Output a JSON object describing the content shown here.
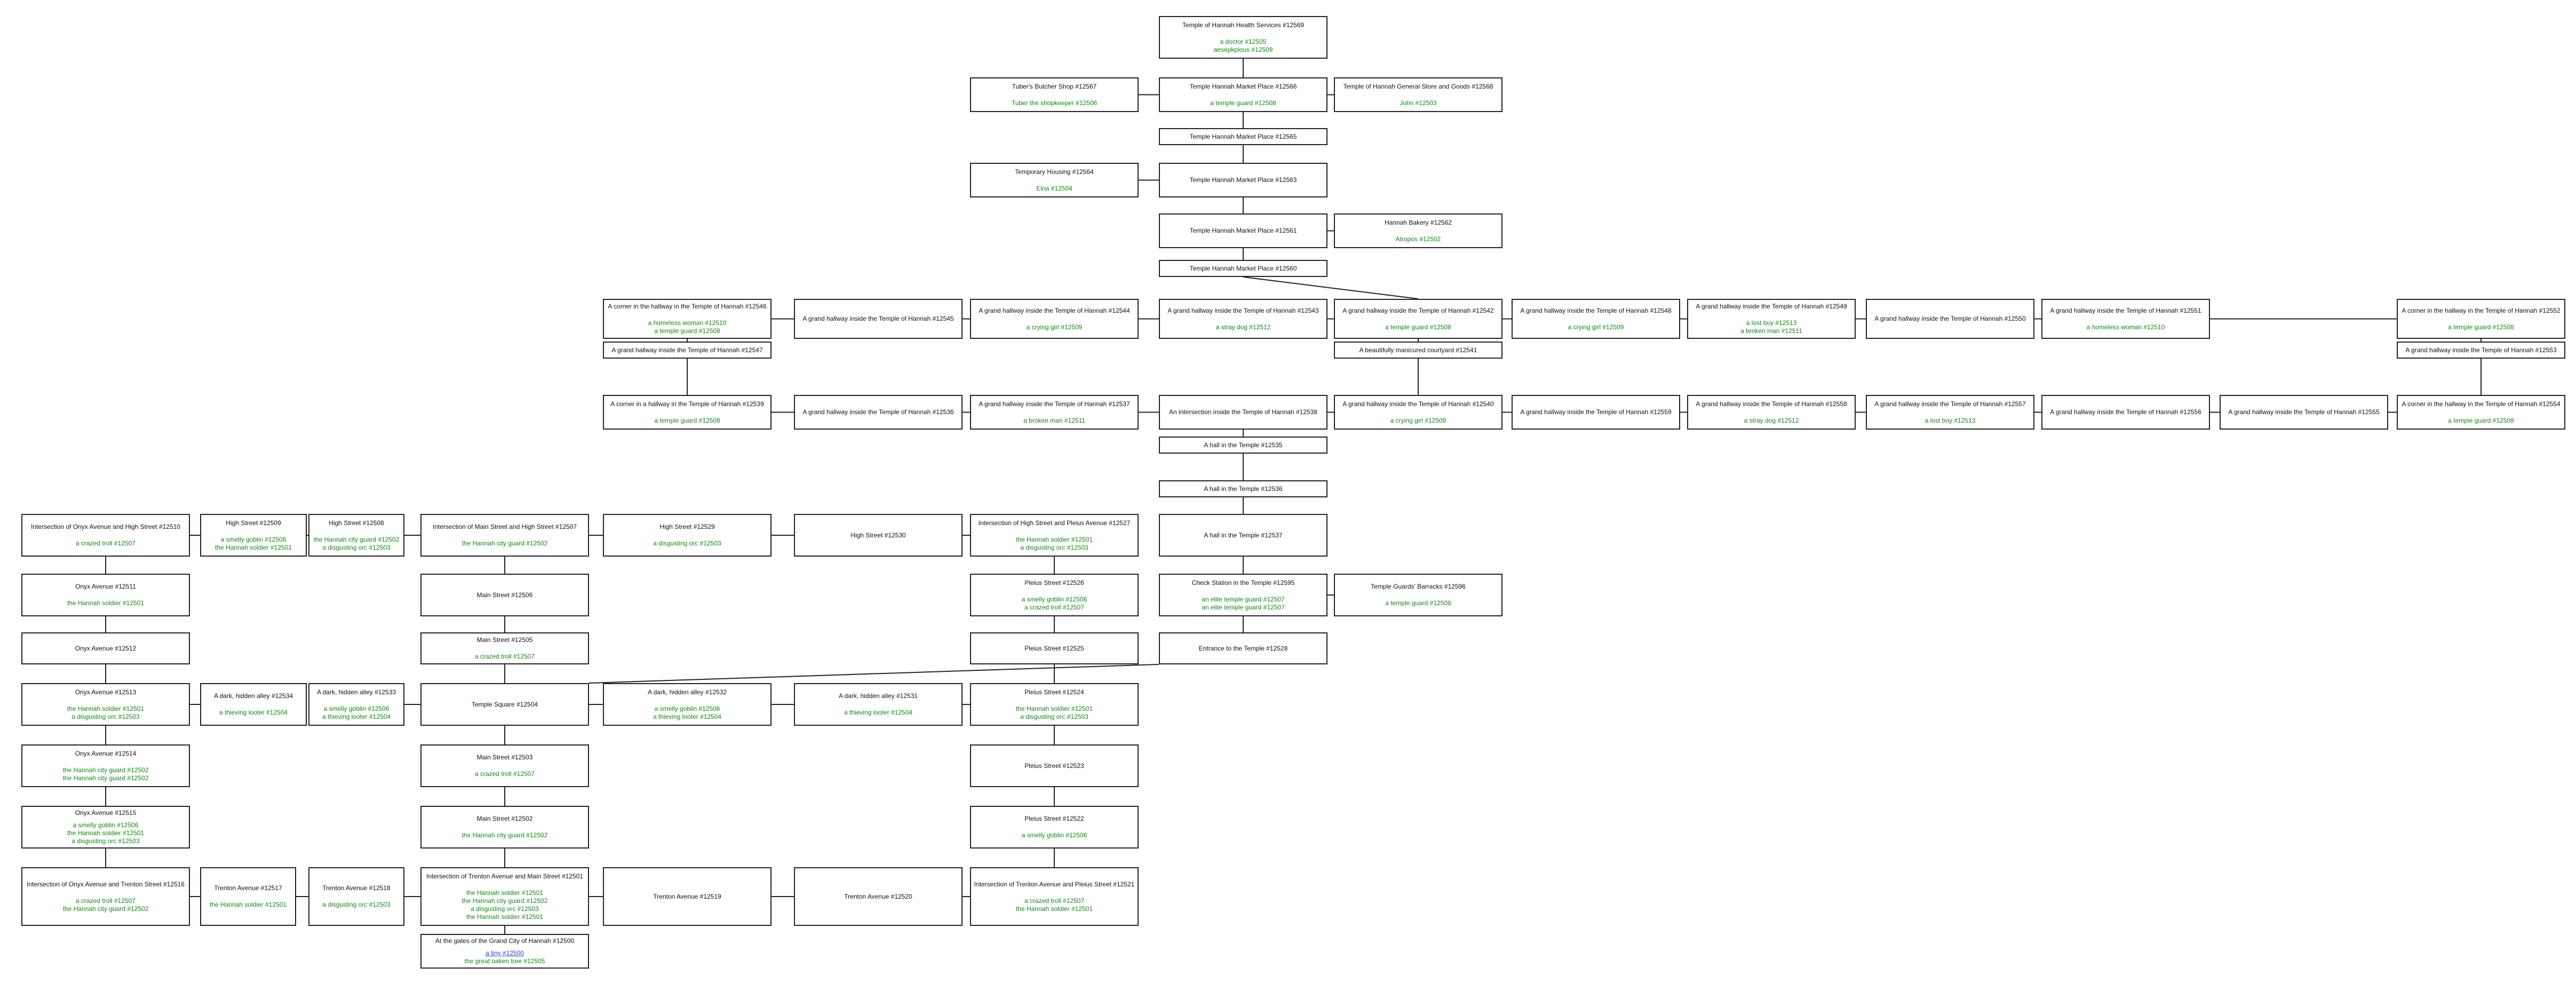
{
  "colors": {
    "entity": "#118811",
    "player": "#3344cc",
    "border": "#222222",
    "background": "#ffffff"
  },
  "rooms": [
    {
      "id": "12500",
      "title": "At the gates of the Grand City of Hannah #12500",
      "entities": [
        "a tiny #12500",
        "the great oaken tree #12505"
      ]
    },
    {
      "id": "12501",
      "title": "Intersection of Trenton Avenue and Main Street #12501",
      "entities": [
        "the Hannah soldier #12501",
        "the Hannah city guard #12502",
        "a disgusting orc #12503",
        "the Hannah soldier #12501"
      ]
    },
    {
      "id": "12502",
      "title": "Main Street #12502",
      "entities": [
        "the Hannah city guard #12502"
      ]
    },
    {
      "id": "12503",
      "title": "Main Street #12503",
      "entities": [
        "a crazed troll #12507"
      ]
    },
    {
      "id": "12504",
      "title": "Temple Square #12504",
      "entities": []
    },
    {
      "id": "12505",
      "title": "Main Street #12505",
      "entities": [
        "a crazed troll #12507"
      ]
    },
    {
      "id": "12506",
      "title": "Main Street #12506",
      "entities": []
    },
    {
      "id": "12507",
      "title": "Intersection of Main Street and High Street #12507",
      "entities": [
        "the Hannah city guard #12502"
      ]
    },
    {
      "id": "12508",
      "title": "High Street #12508",
      "entities": [
        "the Hannah city guard #12502",
        "a disgusting orc #12503"
      ]
    },
    {
      "id": "12509",
      "title": "High Street #12509",
      "entities": [
        "a smelly goblin #12506",
        "the Hannah soldier #12501"
      ]
    },
    {
      "id": "12510",
      "title": "Intersection of Onyx Avenue and High Street    #12510",
      "entities": [
        "a crazed troll #12507"
      ]
    },
    {
      "id": "12511",
      "title": "Onyx Avenue #12511",
      "entities": [
        "the Hannah soldier #12501"
      ]
    },
    {
      "id": "12512",
      "title": "Onyx Avenue #12512",
      "entities": []
    },
    {
      "id": "12513",
      "title": "Onyx Avenue #12513",
      "entities": [
        "the Hannah soldier #12501",
        "a disgusting orc #12503"
      ]
    },
    {
      "id": "12514",
      "title": "Onyx Avenue #12514",
      "entities": [
        "the Hannah city guard #12502",
        "the Hannah city guard #12502"
      ]
    },
    {
      "id": "12515",
      "title": "Onyx Avenue #12515",
      "entities": [
        "a smelly goblin #12506",
        "the Hannah soldier #12501",
        "a disgusting orc #12503"
      ]
    },
    {
      "id": "12516",
      "title": "Intersection of Onyx Avenue and Trenton Street #12516",
      "entities": [
        "a crazed troll #12507",
        "the Hannah city guard #12502"
      ]
    },
    {
      "id": "12517",
      "title": "Trenton Avenue #12517",
      "entities": [
        "the Hannah soldier #12501"
      ]
    },
    {
      "id": "12518",
      "title": "Trenton Avenue #12518",
      "entities": [
        "a disgusting orc #12503"
      ]
    },
    {
      "id": "12519",
      "title": "Trenton Avenue #12519",
      "entities": []
    },
    {
      "id": "12520",
      "title": "Trenton Avenue #12520",
      "entities": []
    },
    {
      "id": "12521",
      "title": "Intersection of Trenton Avenue and Pleius Street #12521",
      "entities": [
        "a crazed troll #12507",
        "the Hannah soldier #12501"
      ]
    },
    {
      "id": "12522",
      "title": "Pleius Street #12522",
      "entities": [
        "a smelly goblin #12506"
      ]
    },
    {
      "id": "12523",
      "title": "Pleius Street #12523",
      "entities": []
    },
    {
      "id": "12524",
      "title": "Pleius Street #12524",
      "entities": [
        "the Hannah soldier #12501",
        "a disgusting orc #12503"
      ]
    },
    {
      "id": "12525",
      "title": "Pleius Street #12525",
      "entities": []
    },
    {
      "id": "12526",
      "title": "Pleius Street #12526",
      "entities": [
        "a smelly goblin #12506",
        "a crazed troll #12507"
      ]
    },
    {
      "id": "12527",
      "title": "Intersection of High Street and Pleius Avenue #12527",
      "entities": [
        "the Hannah soldier #12501",
        "a disgusting orc #12503"
      ]
    },
    {
      "id": "12528",
      "title": "Entrance to the Temple #12528",
      "entities": []
    },
    {
      "id": "12529",
      "title": "High Street #12529",
      "entities": [
        "a disgusting orc #12503"
      ]
    },
    {
      "id": "12530",
      "title": "High Street #12530",
      "entities": []
    },
    {
      "id": "12531",
      "title": "A dark, hidden alley    #12531",
      "entities": [
        "a thieving looter #12504"
      ]
    },
    {
      "id": "12532",
      "title": "A dark, hidden alley    #12532",
      "entities": [
        "a smelly goblin #12506",
        "a thieving looter #12504"
      ]
    },
    {
      "id": "12533",
      "title": "A dark, hidden alley    #12533",
      "entities": [
        "a smelly goblin #12506",
        "a thieving looter #12504"
      ]
    },
    {
      "id": "12534",
      "title": "A dark, hidden alley    #12534",
      "entities": [
        "a thieving looter #12504"
      ]
    },
    {
      "id": "12535",
      "title": "A hall in the Temple #12535",
      "entities": []
    },
    {
      "id": "12536",
      "title": "A hall in the Temple #12536",
      "entities": []
    },
    {
      "id": "12537",
      "title": "A hall in the Temple #12537",
      "entities": []
    },
    {
      "id": "12538",
      "title": "An intersection inside the Temple of Hannah #12538",
      "entities": []
    },
    {
      "id": "12539",
      "title": "A grand hallway inside the Temple of Hannah #12539",
      "entities": []
    },
    {
      "id": "12540",
      "title": "A grand hallway inside the Temple of Hannah #12540",
      "entities": [
        "a crying girl #12509"
      ]
    },
    {
      "id": "12541",
      "title": "A beautifully manicured courtyard #12541",
      "entities": []
    },
    {
      "id": "12542",
      "title": "A grand hallway inside the Temple of Hannah #12542",
      "entities": [
        "a temple guard #12508"
      ]
    },
    {
      "id": "12543",
      "title": "A grand hallway inside the Temple of Hannah #12543",
      "entities": [
        "a stray dog #12512"
      ]
    },
    {
      "id": "12544",
      "title": "A grand hallway inside the Temple of Hannah #12544",
      "entities": [
        "a crying girl #12509"
      ]
    },
    {
      "id": "12545",
      "title": "A grand hallway inside the Temple of Hannah #12545",
      "entities": []
    },
    {
      "id": "12546",
      "title": "A corner in the hallway in the Temple of Hannah #12546",
      "entities": [
        "a homeless woman #12510",
        "a temple guard #12508"
      ]
    },
    {
      "id": "12547",
      "title": "A grand hallway inside the Temple of Hannah #12547",
      "entities": []
    },
    {
      "id": "12548",
      "title": "A grand hallway inside the Temple of Hannah #12548",
      "entities": [
        "a crying girl #12509"
      ]
    },
    {
      "id": "12549",
      "title": "A grand hallway inside the Temple of Hannah #12549",
      "entities": [
        "a lost boy #12513",
        "a broken man #12511"
      ]
    },
    {
      "id": "12550",
      "title": "A grand hallway inside the Temple of Hannah #12550",
      "entities": []
    },
    {
      "id": "12551",
      "title": "A grand hallway inside the Temple of Hannah #12551",
      "entities": [
        "a homeless woman #12510"
      ]
    },
    {
      "id": "12552",
      "title": "A corner in the hallway in the Temple of Hannah #12552",
      "entities": [
        "a temple guard #12508"
      ]
    },
    {
      "id": "12553",
      "title": "A grand hallway inside the Temple of Hannah #12553",
      "entities": []
    },
    {
      "id": "12554",
      "title": "A corner in the hallway in the Temple of Hannah #12554",
      "entities": [
        "a temple guard #12508"
      ]
    },
    {
      "id": "12555",
      "title": "A grand hallway inside the Temple of Hannah #12555",
      "entities": []
    },
    {
      "id": "12556",
      "title": "A grand hallway inside the Temple of Hannah #12556",
      "entities": []
    },
    {
      "id": "12557",
      "title": "A grand hallway inside the Temple of Hannah #12557",
      "entities": [
        "a lost boy #12513"
      ]
    },
    {
      "id": "12558",
      "title": "A grand hallway inside the Temple of Hannah #12558",
      "entities": [
        "a stray dog #12512"
      ]
    },
    {
      "id": "12559",
      "title": "A grand hallway inside the Temple of Hannah #12559",
      "entities": []
    },
    {
      "id": "12560",
      "title": "Temple Hannah Market Place #12560",
      "entities": []
    },
    {
      "id": "12561",
      "title": "Temple Hannah Market Place #12561",
      "entities": []
    },
    {
      "id": "12562",
      "title": "Hannah Bakery #12562",
      "entities": [
        "Atropos #12502"
      ]
    },
    {
      "id": "12563",
      "title": "Temple Hannah Market Place #12563",
      "entities": []
    },
    {
      "id": "12564",
      "title": "Temporary Housing #12564",
      "entities": [
        "Elna #12504"
      ]
    },
    {
      "id": "12565",
      "title": "Temple Hannah Market Place #12565",
      "entities": []
    },
    {
      "id": "12566",
      "title": "Temple Hannah Market Place #12566",
      "entities": [
        "a temple guard #12508"
      ]
    },
    {
      "id": "12567",
      "title": "Tuber's Butcher Shop #12567",
      "entities": [
        "Tuber the shopkeeper #12506"
      ]
    },
    {
      "id": "12568",
      "title": "Temple of Hannah General Store and Goods #12568",
      "entities": [
        "John #12503"
      ]
    },
    {
      "id": "12569",
      "title": "Temple of Hannah Health Services    #12569",
      "entities": [
        "a doctor #12505",
        "aesepkplous #12509"
      ]
    },
    {
      "id": "12595",
      "title": "Check Station in the Temple #12595",
      "entities": [
        "an elite temple guard #12507",
        "an elite temple guard #12507"
      ]
    },
    {
      "id": "12596",
      "title": "Temple Guards' Barracks #12596",
      "entities": [
        "a temple guard #12508"
      ]
    },
    {
      "id": "12538b",
      "title": "A corner in a hallway in the Temple of Hannah #12539",
      "entities": [
        "a temple guard #12508"
      ]
    },
    {
      "id": "12537b",
      "title": "A grand hallway inside the Temple of Hannah #12537",
      "entities": [
        "a broken man #12511"
      ]
    },
    {
      "id": "12536b",
      "title": "A grand hallway inside the Temple of Hannah #12536",
      "entities": []
    },
    {
      "id": "12541b",
      "title": "A grand hallway inside the Temple of Hannah #12547",
      "entities": []
    }
  ],
  "links": [
    [
      "12569",
      "12566"
    ],
    [
      "12567",
      "12566"
    ],
    [
      "12566",
      "12568"
    ],
    [
      "12566",
      "12565"
    ],
    [
      "12565",
      "12563"
    ],
    [
      "12564",
      "12563"
    ],
    [
      "12563",
      "12561"
    ],
    [
      "12561",
      "12562"
    ],
    [
      "12561",
      "12560"
    ],
    [
      "12560",
      "12542"
    ],
    [
      "12546",
      "12545"
    ],
    [
      "12545",
      "12544"
    ],
    [
      "12544",
      "12543"
    ],
    [
      "12543",
      "12542"
    ],
    [
      "12542",
      "12548"
    ],
    [
      "12548",
      "12549"
    ],
    [
      "12549",
      "12550"
    ],
    [
      "12550",
      "12551"
    ],
    [
      "12551",
      "12552"
    ],
    [
      "12546",
      "12541b"
    ],
    [
      "12541b",
      "12538b"
    ],
    [
      "12542",
      "12541"
    ],
    [
      "12541",
      "12540"
    ],
    [
      "12552",
      "12553"
    ],
    [
      "12553",
      "12554"
    ],
    [
      "12538b",
      "12536b"
    ],
    [
      "12536b",
      "12537b"
    ],
    [
      "12537b",
      "12538"
    ],
    [
      "12538",
      "12540"
    ],
    [
      "12540",
      "12559"
    ],
    [
      "12559",
      "12558"
    ],
    [
      "12558",
      "12557"
    ],
    [
      "12557",
      "12556"
    ],
    [
      "12556",
      "12555"
    ],
    [
      "12555",
      "12554"
    ],
    [
      "12538",
      "12535"
    ],
    [
      "12535",
      "12536"
    ],
    [
      "12536",
      "12537"
    ],
    [
      "12537",
      "12595"
    ],
    [
      "12595",
      "12596"
    ],
    [
      "12595",
      "12528"
    ],
    [
      "12510",
      "12509"
    ],
    [
      "12509",
      "12508"
    ],
    [
      "12508",
      "12507"
    ],
    [
      "12507",
      "12529"
    ],
    [
      "12529",
      "12530"
    ],
    [
      "12530",
      "12527"
    ],
    [
      "12510",
      "12511"
    ],
    [
      "12511",
      "12512"
    ],
    [
      "12512",
      "12513"
    ],
    [
      "12513",
      "12534"
    ],
    [
      "12533",
      "12504"
    ],
    [
      "12513",
      "12514"
    ],
    [
      "12514",
      "12515"
    ],
    [
      "12515",
      "12516"
    ],
    [
      "12516",
      "12517"
    ],
    [
      "12517",
      "12518"
    ],
    [
      "12518",
      "12501"
    ],
    [
      "12507",
      "12506"
    ],
    [
      "12506",
      "12505"
    ],
    [
      "12505",
      "12504"
    ],
    [
      "12504",
      "12532"
    ],
    [
      "12532",
      "12531"
    ],
    [
      "12531",
      "12524"
    ],
    [
      "12504",
      "12528"
    ],
    [
      "12504",
      "12503"
    ],
    [
      "12503",
      "12502"
    ],
    [
      "12502",
      "12501"
    ],
    [
      "12501",
      "12519"
    ],
    [
      "12519",
      "12520"
    ],
    [
      "12520",
      "12521"
    ],
    [
      "12501",
      "12500"
    ],
    [
      "12527",
      "12526"
    ],
    [
      "12526",
      "12525"
    ],
    [
      "12525",
      "12524"
    ],
    [
      "12524",
      "12523"
    ],
    [
      "12523",
      "12522"
    ],
    [
      "12522",
      "12521"
    ]
  ]
}
